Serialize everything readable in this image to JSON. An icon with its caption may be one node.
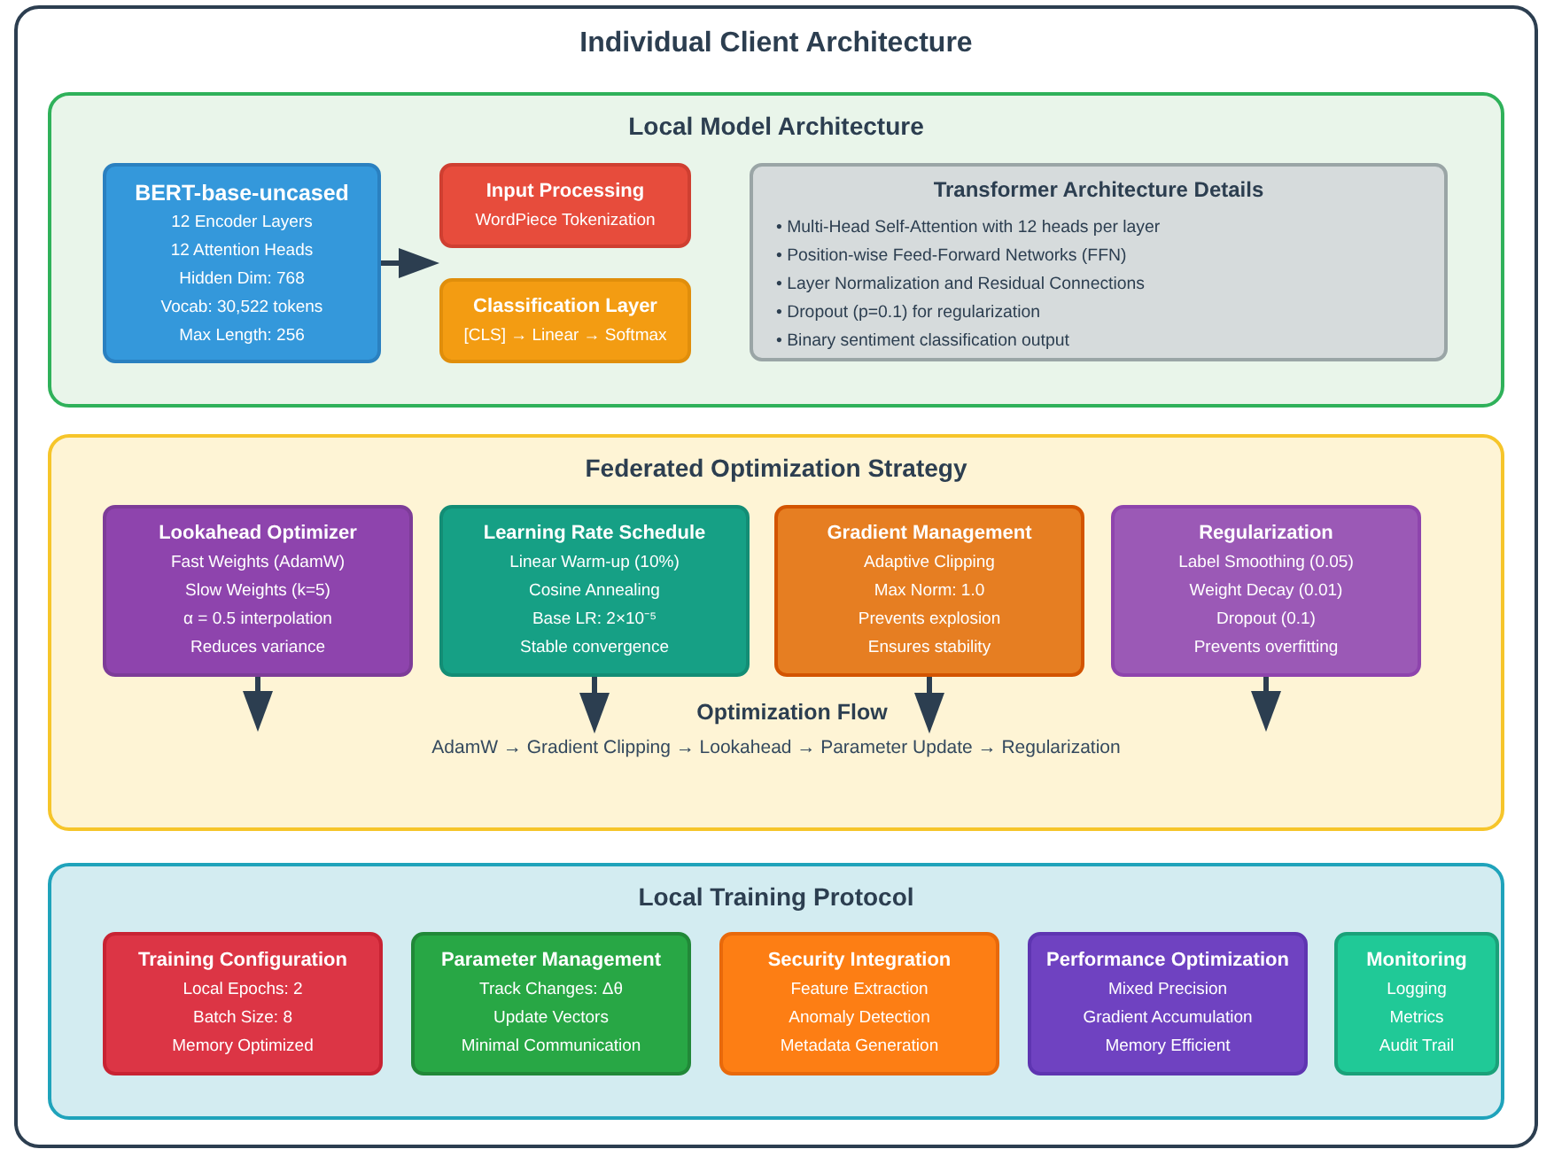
{
  "diagram": {
    "nodes": [
      {
        "text": [
          "Individual Client Architecture"
        ]
      },
      {
        "text": [
          "Local Model Architecture"
        ],
        "in": 0
      },
      {
        "text": [
          "BERT-base-uncased",
          "12 Encoder Layers",
          "12 Attention Heads",
          "Hidden Dim: 768",
          "Vocab: 30,522 tokens",
          "Max Length: 256"
        ],
        "in": 1
      },
      {
        "text": [
          "Input Processing",
          "WordPiece Tokenization"
        ],
        "in": 1
      },
      {
        "text": [
          "Classification Layer",
          "[CLS] → Linear → Softmax"
        ],
        "in": 1
      },
      {
        "text": [
          "Transformer Architecture Details",
          "• Multi-Head Self-Attention with 12 heads per layer",
          "• Position-wise Feed-Forward Networks (FFN)",
          "• Layer Normalization and Residual Connections",
          "• Dropout (p=0.1) for regularization",
          "• Binary sentiment classification output"
        ],
        "in": 1
      },
      {
        "text": [
          "Federated Optimization Strategy"
        ],
        "in": 0
      },
      {
        "text": [
          "Lookahead Optimizer",
          "Fast Weights (AdamW)",
          "Slow Weights (k=5)",
          "α = 0.5 interpolation",
          "Reduces variance"
        ],
        "in": 6
      },
      {
        "text": [
          "Learning Rate Schedule",
          "Linear Warm-up (10%)",
          "Cosine Annealing",
          "Base LR: 2×10⁻⁵",
          "Stable convergence"
        ],
        "in": 6
      },
      {
        "text": [
          "Gradient Management",
          "Adaptive Clipping",
          "Max Norm: 1.0",
          "Prevents explosion",
          "Ensures stability"
        ],
        "in": 6
      },
      {
        "text": [
          "Regularization",
          "Label Smoothing (0.05)",
          "Weight Decay (0.01)",
          "Dropout (0.1)",
          "Prevents overfitting"
        ],
        "in": 6
      },
      {
        "text": [
          "AdamW → Gradient Clipping → Lookahead → Parameter Update → Regularization"
        ],
        "in": 6
      },
      {
        "text": [
          "Local Training Protocol"
        ],
        "in": 0
      },
      {
        "text": [
          "Training Configuration",
          "Local Epochs: 2",
          "Batch Size: 8",
          "Memory Optimized"
        ],
        "in": 12
      },
      {
        "text": [
          "Parameter Management",
          "Track Changes: Δθ",
          "Update Vectors",
          "Minimal Communication"
        ],
        "in": 12
      },
      {
        "text": [
          "Security Integration",
          "Feature Extraction",
          "Anomaly Detection",
          "Metadata Generation"
        ],
        "in": 12
      },
      {
        "text": [
          "Performance Optimization",
          "Mixed Precision",
          "Gradient Accumulation",
          "Memory Efficient"
        ],
        "in": 12
      },
      {
        "text": [
          "Monitoring",
          "Logging",
          "Metrics",
          "Audit Trail"
        ],
        "in": 12
      }
    ],
    "edges": [
      {
        "from": 2,
        "to": 3,
        "arrow": "to"
      },
      {
        "from": 7,
        "to": null,
        "arrow": "to"
      },
      {
        "from": 8,
        "to": 11,
        "arrow": "to"
      },
      {
        "from": 9,
        "to": 11,
        "arrow": "to"
      },
      {
        "from": 10,
        "to": null,
        "arrow": "to"
      }
    ],
    "labels": [
      "Optimization Flow"
    ]
  }
}
